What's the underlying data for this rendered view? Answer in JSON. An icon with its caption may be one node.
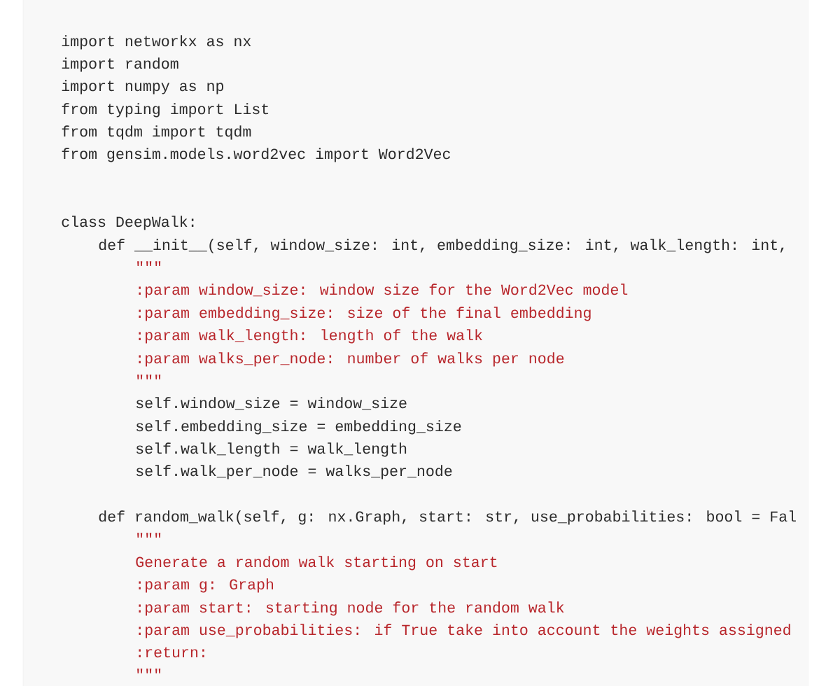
{
  "diagram": {
    "labels": [
      "import networkx as nx",
      "import random",
      "import numpy as np",
      "from typing import List",
      "from tqdm import tqdm",
      "from gensim.models.word2vec import Word2Vec",
      "class DeepWalk:",
      "def __init__(self, window_size: int, embedding_size: int, walk_length: int,",
      "\"\"\"",
      ":param window_size: window size for the Word2Vec model",
      ":param embedding_size: size of the final embedding",
      ":param walk_length: length of the walk",
      ":param walks_per_node: number of walks per node",
      "\"\"\"",
      "self.window_size = window_size",
      "self.embedding_size = embedding_size",
      "self.walk_length = walk_length",
      "self.walk_per_node = walks_per_node",
      "def random_walk(self, g: nx.Graph, start: str, use_probabilities: bool = Fal",
      "\"\"\"",
      "Generate a random walk starting on start",
      ":param g: Graph",
      ":param start: starting node for the random walk",
      ":param use_probabilities: if True take into account the weights assigned",
      ":return:",
      "\"\"\""
    ]
  }
}
